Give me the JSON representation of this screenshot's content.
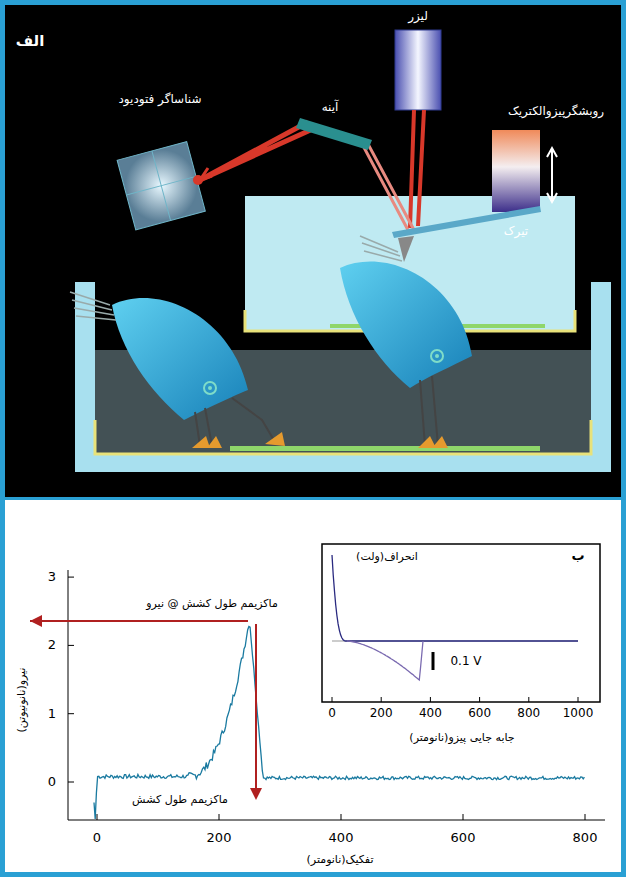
{
  "diagram": {
    "labels": [
      "الف",
      "لیزر",
      "شناساگر فتودیود",
      "آینه",
      "روبشگرپیزوالکتریک",
      "تیرک",
      "ب",
      "ماکزیمم طول کشش @ نیرو",
      "ماکزیمم طول کشش",
      "نیرو(نانونیوتن)",
      "تفکیک(نانومتر)",
      "0",
      "1",
      "2",
      "3",
      "0",
      "200",
      "400",
      "600",
      "800",
      "انحراف(ولت)",
      "0.1 V",
      "جابه جایی پیزو(نانومتر)",
      "0",
      "200",
      "400",
      "600",
      "800",
      "1000"
    ]
  }
}
